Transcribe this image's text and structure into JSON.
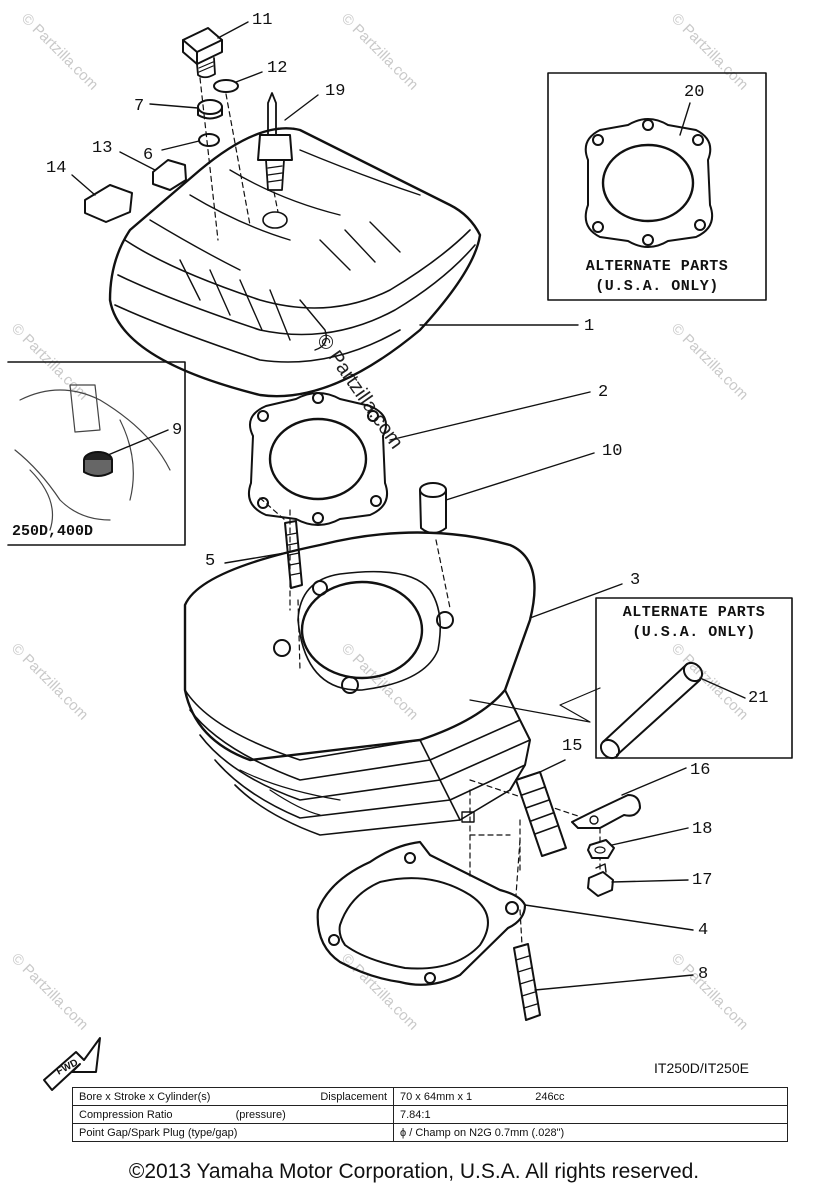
{
  "watermark": "© Partzilla.com",
  "callouts": [
    {
      "id": "1",
      "label": "1"
    },
    {
      "id": "2",
      "label": "2"
    },
    {
      "id": "3",
      "label": "3"
    },
    {
      "id": "4",
      "label": "4"
    },
    {
      "id": "5",
      "label": "5"
    },
    {
      "id": "6",
      "label": "6"
    },
    {
      "id": "7",
      "label": "7"
    },
    {
      "id": "8",
      "label": "8"
    },
    {
      "id": "9",
      "label": "9"
    },
    {
      "id": "10",
      "label": "10"
    },
    {
      "id": "11",
      "label": "11"
    },
    {
      "id": "12",
      "label": "12"
    },
    {
      "id": "13",
      "label": "13"
    },
    {
      "id": "14",
      "label": "14"
    },
    {
      "id": "15",
      "label": "15"
    },
    {
      "id": "16",
      "label": "16"
    },
    {
      "id": "17",
      "label": "17"
    },
    {
      "id": "18",
      "label": "18"
    },
    {
      "id": "19",
      "label": "19"
    },
    {
      "id": "20",
      "label": "20"
    },
    {
      "id": "21",
      "label": "21"
    }
  ],
  "alternate_box_top": {
    "line1": "ALTERNATE PARTS",
    "line2": "(U.S.A. ONLY)"
  },
  "alternate_box_right": {
    "line1": "ALTERNATE PARTS",
    "line2": "(U.S.A. ONLY)"
  },
  "inset": {
    "label": "250D,400D"
  },
  "fwd_label": "FWD",
  "model_code": "IT250D/IT250E",
  "spec_table": {
    "rows": [
      {
        "label_left": "Bore x Stroke x Cylinder(s)",
        "label_right": "Displacement",
        "value_left": "70 x 64mm x 1",
        "value_right": "246cc"
      },
      {
        "label_left": "Compression Ratio",
        "label_right": "(pressure)",
        "value_left": "7.84:1",
        "value_right": ""
      },
      {
        "label_left": "Point Gap/Spark Plug (type/gap)",
        "label_right": "",
        "value_left": "ϕ / Champ on N2G  0.7mm (.028\")",
        "value_right": ""
      }
    ]
  },
  "copyright": "©2013 Yamaha Motor Corporation, U.S.A. All rights reserved."
}
